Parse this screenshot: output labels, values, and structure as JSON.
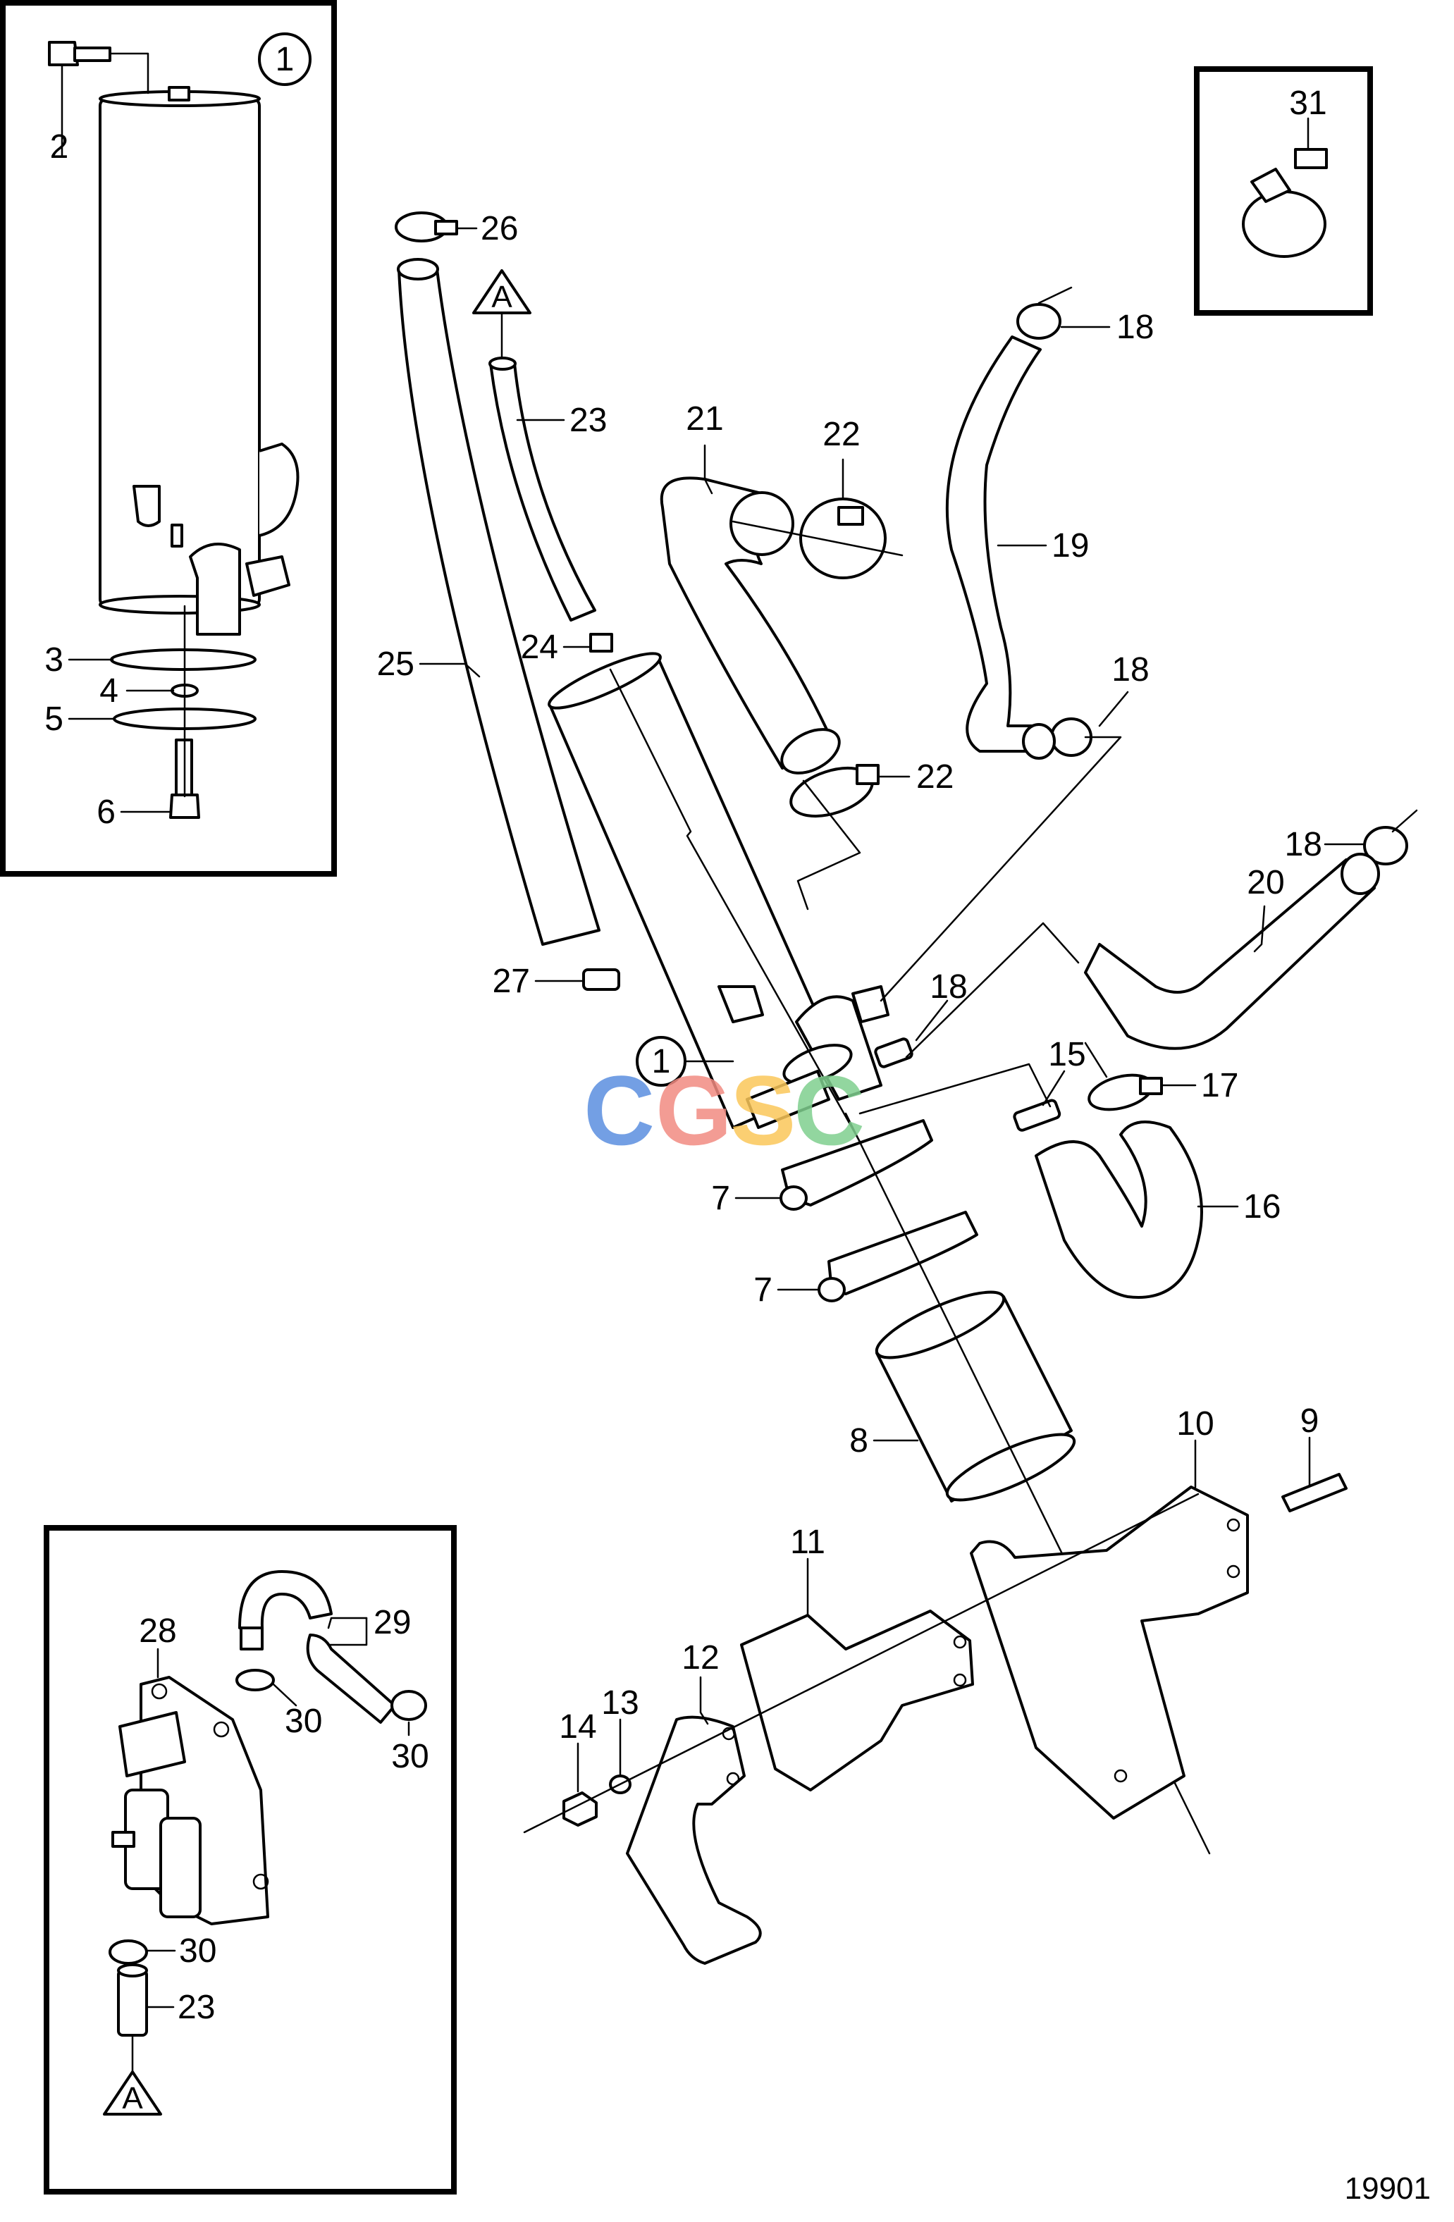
{
  "diagram": {
    "reference_number": "19901",
    "watermark": {
      "letters": [
        {
          "char": "C",
          "color": "#5b8fe0"
        },
        {
          "char": "G",
          "color": "#f28b82"
        },
        {
          "char": "S",
          "color": "#fbc75a"
        },
        {
          "char": "C",
          "color": "#7fcf8f"
        }
      ]
    },
    "circle_markers": [
      "1",
      "1"
    ],
    "connector_markers": [
      "A",
      "A"
    ],
    "callouts": {
      "c2": "2",
      "c3": "3",
      "c4": "4",
      "c5": "5",
      "c6": "6",
      "c7a": "7",
      "c7b": "7",
      "c8": "8",
      "c9": "9",
      "c10": "10",
      "c11": "11",
      "c12": "12",
      "c13": "13",
      "c14": "14",
      "c15": "15",
      "c16": "16",
      "c17": "17",
      "c18a": "18",
      "c18b": "18",
      "c18c": "18",
      "c18d": "18",
      "c19": "19",
      "c20": "20",
      "c21": "21",
      "c22a": "22",
      "c22b": "22",
      "c23a": "23",
      "c23b": "23",
      "c24": "24",
      "c25": "25",
      "c26": "26",
      "c27": "27",
      "c28": "28",
      "c29": "29",
      "c30a": "30",
      "c30b": "30",
      "c30c": "30",
      "c31": "31"
    }
  }
}
